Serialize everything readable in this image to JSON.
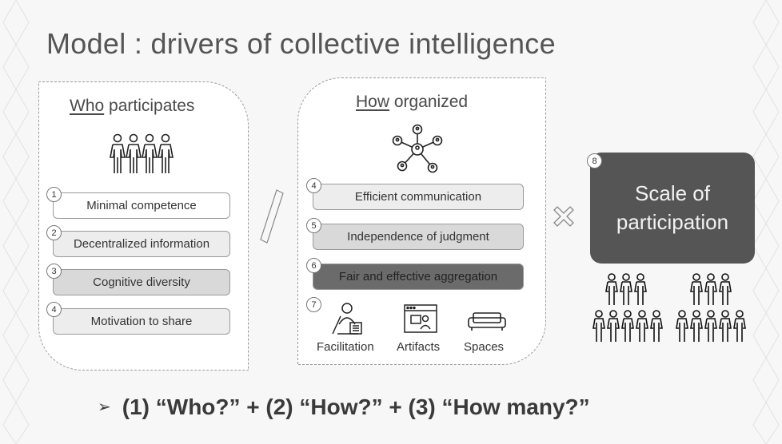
{
  "title": "Model : drivers of collective intelligence",
  "who": {
    "title_underlined": "Who",
    "title_rest": " participates",
    "items": [
      {
        "num": "1",
        "label": "Minimal competence"
      },
      {
        "num": "2",
        "label": "Decentralized information"
      },
      {
        "num": "3",
        "label": "Cognitive diversity"
      },
      {
        "num": "4",
        "label": "Motivation to share"
      }
    ]
  },
  "how": {
    "title_underlined": "How",
    "title_rest": " organized",
    "items": [
      {
        "num": "4",
        "label": "Efficient communication"
      },
      {
        "num": "5",
        "label": "Independence of judgment"
      },
      {
        "num": "6",
        "label": "Fair and effective aggregation"
      }
    ],
    "tools_num": "7",
    "tools": [
      "Facilitation",
      "Artifacts",
      "Spaces"
    ]
  },
  "scale": {
    "num": "8",
    "label_line1": "Scale of",
    "label_line2": "participation"
  },
  "bottom": {
    "arrow": "➢",
    "text": "(1) “Who?” + (2) “How?” + (3) “How many?”"
  },
  "colors": {
    "pill_white": "#ffffff",
    "pill_light": "#ededed",
    "pill_mid": "#d9d9d9",
    "pill_dark": "#6b6b6b",
    "scale_box": "#555555"
  },
  "icons": [
    "people-group-icon",
    "network-icon",
    "facilitator-icon",
    "whiteboard-icon",
    "sofa-icon",
    "crowd-icon",
    "times-icon",
    "slash-divider"
  ]
}
